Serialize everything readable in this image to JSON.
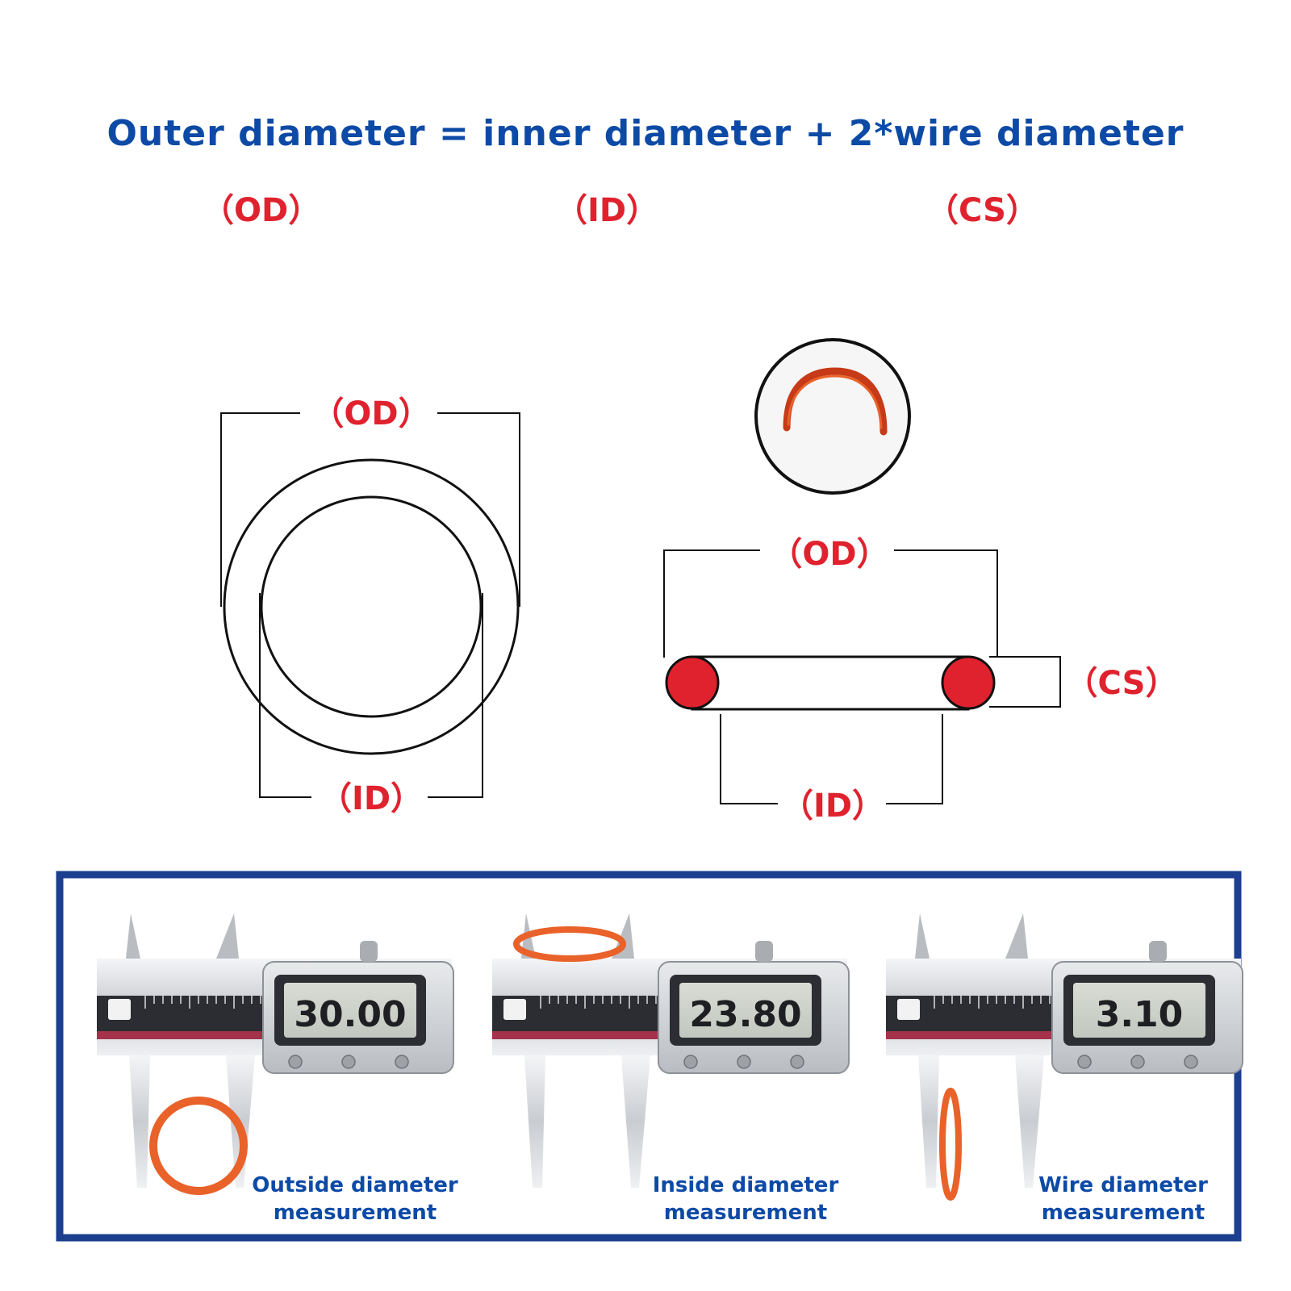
{
  "colors": {
    "blue": "#0d4aa6",
    "red": "#e0222e",
    "ring": "#e9622a",
    "frame": "#1c3f8f"
  },
  "formula": "Outer diameter = inner diameter + 2*wire diameter",
  "abbrev": {
    "od": "（OD）",
    "id": "（ID）",
    "cs": "（CS）"
  },
  "diagram": {
    "front": {
      "od_label": "（OD）",
      "id_label": "（ID）"
    },
    "section": {
      "od_label": "（OD）",
      "id_label": "（ID）",
      "cs_label": "（CS）"
    }
  },
  "panels": [
    {
      "reading": "30.00",
      "caption_line1": "Outside diameter",
      "caption_line2": "measurement"
    },
    {
      "reading": "23.80",
      "caption_line1": "Inside diameter",
      "caption_line2": "measurement"
    },
    {
      "reading": "3.10",
      "caption_line1": "Wire diameter",
      "caption_line2": "measurement"
    }
  ]
}
